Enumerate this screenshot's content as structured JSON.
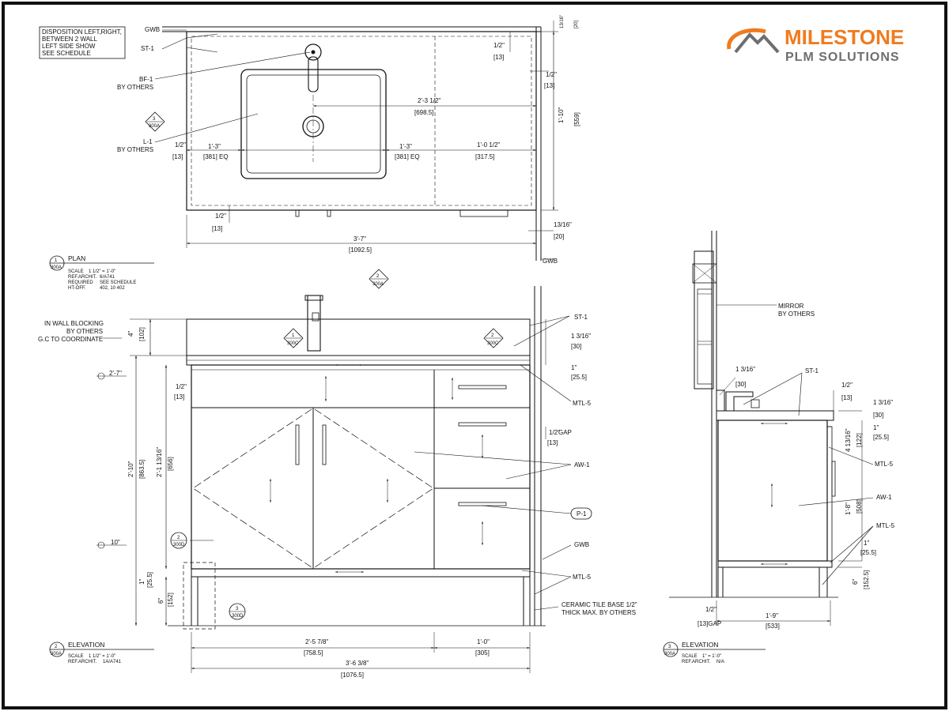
{
  "logo": {
    "brand": "MILESTONE",
    "tagline": "PLM SOLUTIONS",
    "colors": {
      "orange": "#f07b1e",
      "gray": "#6d6e71"
    }
  },
  "note": {
    "lines": [
      "DISPOSITION LEFT,RIGHT,",
      "BETWEEN 2 WALL",
      "LEFT SIDE SHOW",
      "SEE SCHEDULE"
    ]
  },
  "plan": {
    "labels": {
      "gwb_top": "GWB",
      "st1": "ST-1",
      "bf1": "BF-1",
      "by_others_1": "BY OTHERS",
      "l1": "L-1",
      "by_others_2": "BY OTHERS",
      "gwb_right": "GWB"
    },
    "callout": {
      "num": "3",
      "ref": "300A"
    },
    "dims": {
      "top_half": "1/2\"",
      "top_half_mm": "[13]",
      "right_half": "1/2\"",
      "right_half_mm": "[13]",
      "basin_to_edge": "2'-3 1/2\"",
      "basin_to_edge_mm": "[698.5]",
      "left_half": "1/2\"",
      "left_half_mm": "[13]",
      "left_span": "1'-3\"",
      "left_span_mm": "[381] EQ",
      "mid_span": "1'-3\"",
      "mid_span_mm": "[381] EQ",
      "right_span": "1'-0 1/2\"",
      "right_span_mm": "[317.5]",
      "bot_half": "1/2\"",
      "bot_half_mm": "[13]",
      "depth": "1'-10\"",
      "depth_mm": "[559]",
      "tr": "13/16\"",
      "tr_mm": "[20]",
      "br": "13/16\"",
      "br_mm": "[20]",
      "width": "3'-7\"",
      "width_mm": "[1092.5]"
    },
    "title": {
      "num": "1",
      "ref": "300A",
      "name": "PLAN",
      "rows": [
        [
          "SCALE",
          "1 1/2\" = 1'-0\""
        ],
        [
          "REF.ARCHIT.",
          "6/A741"
        ],
        [
          "REQUIRED",
          "SEE SCHEDULE"
        ],
        [
          "HT-OFF.",
          "402, 10 402"
        ]
      ]
    }
  },
  "section_marker": {
    "num": "2",
    "ref": "300A"
  },
  "elev2": {
    "note": [
      "IN WALL BLOCKING",
      "BY OTHERS",
      "G.C TO COORDINATE"
    ],
    "labels": {
      "st1": "ST-1",
      "mtl5_top": "MTL-5",
      "gap": "GAP",
      "aw1": "AW-1",
      "p1": "P-1",
      "gwb": "GWB",
      "mtl5_bot": "MTL-5",
      "tile": [
        "CERAMIC TILE BASE 1/2\"",
        "THICK MAX. BY OTHERS"
      ]
    },
    "callouts": [
      {
        "num": "1",
        "ref": "300C"
      },
      {
        "num": "2",
        "ref": "300C"
      },
      {
        "num": "2",
        "ref": "300D"
      },
      {
        "num": "3",
        "ref": "300D"
      }
    ],
    "dims": {
      "h27": "2'-7\"",
      "h10": "10\"",
      "splash": "4\"",
      "splash_mm": "[102]",
      "ov_h": "2'-10\"",
      "ov_h_mm": "[863.5]",
      "cab_h": "2'-1 13/16\"",
      "cab_h_mm": "[656]",
      "top_gap": "1/2\"",
      "top_gap_mm": "[13]",
      "bot1": "1\"",
      "bot1_mm": "[25.5]",
      "toe": "6\"",
      "toe_mm": "[152]",
      "r_316": "1 3/16\"",
      "r_316_mm": "[30]",
      "r_1": "1\"",
      "r_1_mm": "[25.5]",
      "gap_half": "1/2\"",
      "gap_half_mm": "[13]",
      "w_left": "2'-5 7/8\"",
      "w_left_mm": "[758.5]",
      "w_right": "1'-0\"",
      "w_right_mm": "[305]",
      "w_tot": "3'-6 3/8\"",
      "w_tot_mm": "[1076.5]"
    },
    "title": {
      "num": "2",
      "ref": "300A",
      "name": "ELEVATION",
      "rows": [
        [
          "SCALE",
          "1 1/2\" = 1'-0\""
        ],
        [
          "REF.ARCHIT.",
          "1A/A741"
        ]
      ]
    }
  },
  "elev3": {
    "labels": {
      "mirror": "MIRROR",
      "mirror_by": "BY OTHERS",
      "st1": "ST-1",
      "mtl5_a": "MTL-5",
      "aw1": "AW-1",
      "mtl5_b": "MTL-5"
    },
    "dims": {
      "l316": "1 3/16\"",
      "l316_mm": "[30]",
      "t_half": "1/2\"",
      "t_half_mm": "[13]",
      "r316": "1 3/16\"",
      "r316_mm": "[30]",
      "r1": "1\"",
      "r1_mm": "[25.5]",
      "r4": "4 13/16\"",
      "r4_mm": "[122]",
      "r18": "1'-8\"",
      "r18_mm": "[508]",
      "r1b": "1\"",
      "r1b_mm": "[25.5]",
      "r6": "6\"",
      "r6_mm": "[152.5]",
      "gap": "1/2\"",
      "gap_mm": "[13]GAP",
      "w": "1'-9\"",
      "w_mm": "[533]"
    },
    "title": {
      "num": "3",
      "ref": "300A",
      "name": "ELEVATION",
      "rows": [
        [
          "SCALE",
          "1\" = 1'-0\""
        ],
        [
          "REF.ARCHIT.",
          "N/A"
        ]
      ]
    }
  }
}
